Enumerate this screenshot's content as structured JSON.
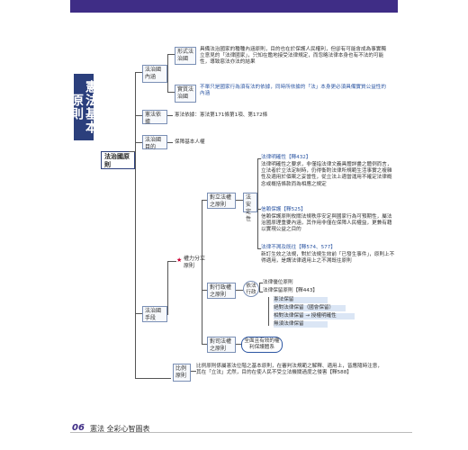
{
  "page": {
    "number": "06",
    "book_title": "憲法 全彩心智圖表"
  },
  "title": "憲法基本原則",
  "root_node": "法治國原則",
  "branches": {
    "connotation": {
      "label": "法治國內涵",
      "formal": "形式法治國",
      "formal_text": "具備法治國家的種種內涵原則，目的也在於保護人民權利，但卻有可能會成為事實獨立意見的「法律國家」，只知在鑑地接受法律規定，而忽略法律本身也有不法的可能性，導致惡法亦法的結果",
      "substantive": "實質法治國",
      "substantive_text": "不單只是國家行為須有法的依據，同時所依據的「法」本身更必須具備實質公益性的內涵"
    },
    "basis": {
      "label": "憲法依據",
      "text": "憲法依據：憲法第171條第1項、第172條"
    },
    "purpose": {
      "label": "法治國目的",
      "text": "保障基本人權"
    },
    "means": {
      "label": "法治國手段",
      "separation": "權力分立原則",
      "legislative": {
        "label": "對立法權之原則",
        "sub": "法安定性",
        "clarity_title": "法律明確性【釋432】",
        "clarity_text": "法律明確性之要求，非僅指法律文義具體詳盡之體例而言，立法者於立法定制時，仍得衡酌法律所規範生活事實之複雜性及適用於個案之妥當性，從立法上適當運用不確定法律概念或概括條款而為相應之規定",
        "trust_title": "信賴保護【釋525】",
        "trust_text": "信賴保護原則攸關法規秩序安定與國家行為可預期性，屬法治國原理重要內涵，其作用非僅在保障人民權益，更兼有藉以實現公益之目的",
        "nonretro_title": "法律不溯及既往【釋574、577】",
        "nonretro_text": "新訂生效之法規，對於法規生效前「已發生事件」，原則上不得適用，是謂法律適用上之不溯既往原則"
      },
      "administrative": {
        "label": "對行政權之原則",
        "sub": "依法行政",
        "items": [
          "法律優位原則",
          "法律保留原則【釋443】"
        ],
        "sub_items": [
          "憲法保留",
          "絕對法律保留（國會保留）",
          "相對法律保留 → 授權明確性",
          "無須法律保留"
        ]
      },
      "judicial": {
        "label": "對司法權之原則",
        "text": "全面且有效的權利保護體系"
      }
    },
    "proportionality": {
      "label": "比例原則",
      "text": "比例原則係屬憲法位階之基本原則，在審判法規範之解釋、適用上，皆應隨時注意，其在「立法」尤然，目的在使人民不受立法機關過度之侵害【釋588】"
    }
  },
  "colors": {
    "accent": "#3f2d86",
    "title_bg": "#2b3f7c",
    "highlight": "#2c56a3"
  }
}
